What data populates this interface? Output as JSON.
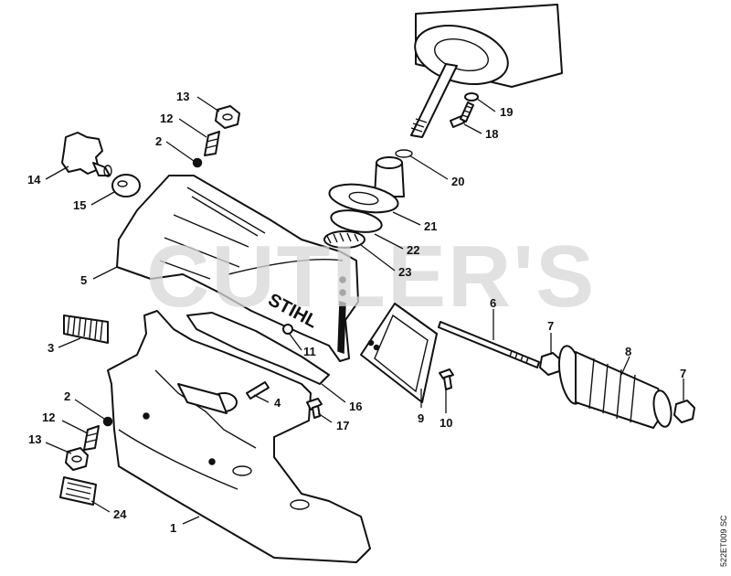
{
  "diagram": {
    "watermark": "CUTLER'S",
    "brand_mark": "STIHL",
    "drawing_code": "522ET009 SC",
    "callouts": {
      "c1": "1",
      "c2_top": "2",
      "c2_bottom": "2",
      "c3": "3",
      "c4": "4",
      "c5": "5",
      "c6": "6",
      "c7_left": "7",
      "c7_right": "7",
      "c8": "8",
      "c9": "9",
      "c10": "10",
      "c11": "11",
      "c12_top": "12",
      "c12_bottom": "12",
      "c13_top": "13",
      "c13_bottom": "13",
      "c14": "14",
      "c15": "15",
      "c16": "16",
      "c17": "17",
      "c18": "18",
      "c19": "19",
      "c20": "20",
      "c21": "21",
      "c22": "22",
      "c23": "23",
      "c24": "24"
    }
  }
}
